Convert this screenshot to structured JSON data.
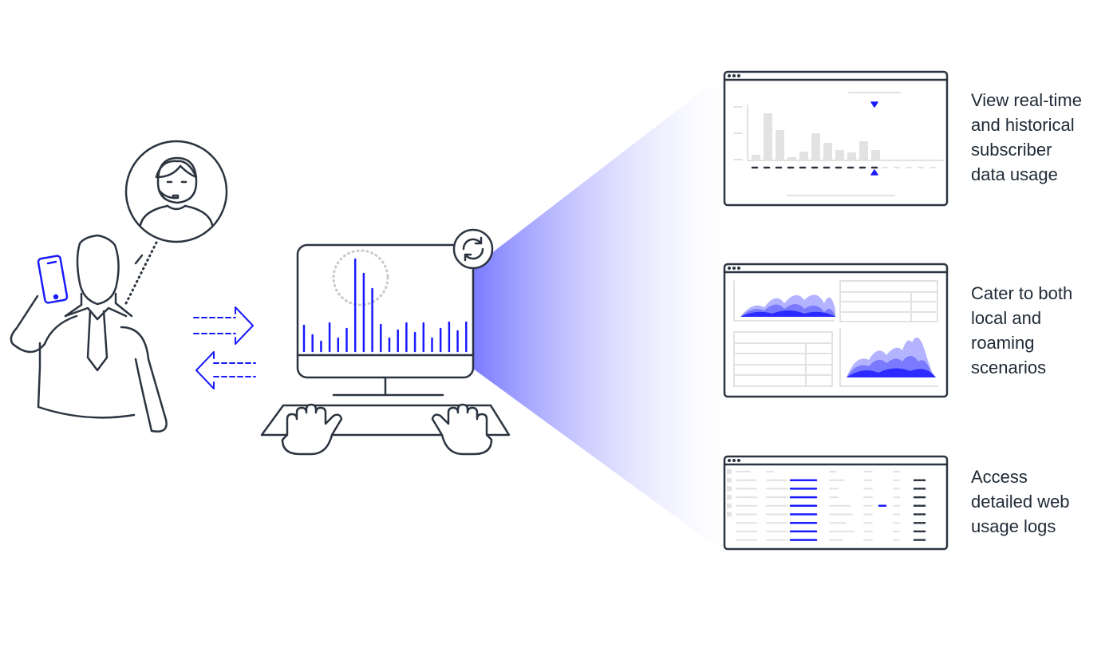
{
  "colors": {
    "ink": "#2b3440",
    "accent": "#1a1aff",
    "light_gray": "#e2e2e2",
    "beam": "#7a7aff"
  },
  "captions": [
    {
      "lines": [
        "View real-time",
        "and historical",
        "subscriber",
        "data usage"
      ]
    },
    {
      "lines": [
        "Cater to both",
        "local and",
        "roaming",
        "scenarios"
      ]
    },
    {
      "lines": [
        "Access",
        "detailed web",
        "usage logs"
      ]
    }
  ]
}
